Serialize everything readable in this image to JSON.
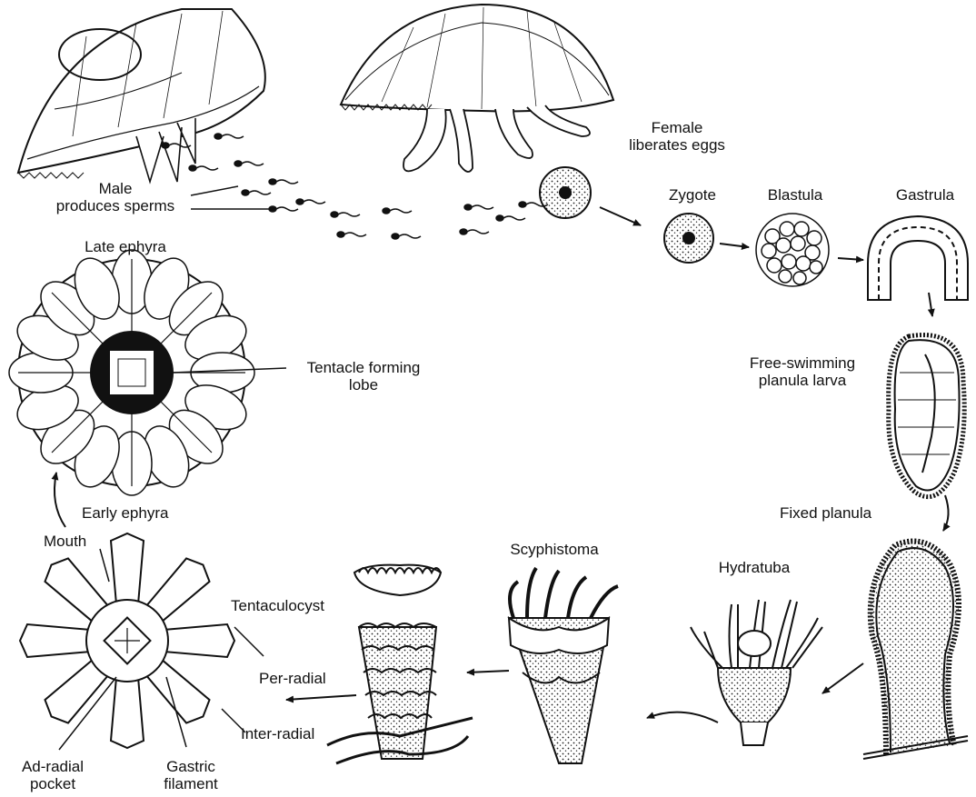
{
  "labels": {
    "female": [
      "Female",
      "liberates eggs"
    ],
    "male": [
      "Male",
      "produces sperms"
    ],
    "zygote": "Zygote",
    "blastula": "Blastula",
    "gastrula": "Gastrula",
    "late_ephyra": "Late ephyra",
    "tentacle_lobe": [
      "Tentacle forming",
      "lobe"
    ],
    "free_swimming": [
      "Free-swimming",
      "planula larva"
    ],
    "early_ephyra": "Early ephyra",
    "fixed_planula": "Fixed planula",
    "mouth": "Mouth",
    "scyphistoma": "Scyphistoma",
    "hydratuba": "Hydratuba",
    "tentaculocyst": "Tentaculocyst",
    "per_radial": "Per-radial",
    "inter_radial": "Inter-radial",
    "ad_radial": [
      "Ad-radial",
      "pocket"
    ],
    "gastric": [
      "Gastric",
      "filament"
    ]
  },
  "colors": {
    "ink": "#111111",
    "background": "#ffffff"
  }
}
